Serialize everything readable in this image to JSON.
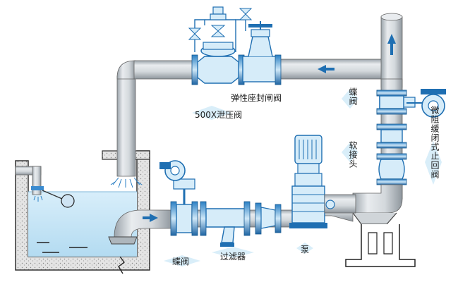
{
  "colors": {
    "pipe_light": "#e6e9ec",
    "pipe_mid": "#c8ced4",
    "pipe_dark": "#8e969d",
    "valve_blue": "#1f6fb2",
    "valve_blue_light": "#bfe0f5",
    "water": "#cfe8f7",
    "water_deep": "#b5dcf2",
    "flow_arrow": "#1f6fb2"
  },
  "labels": {
    "pressure_relief_valve": "500X泄压阀",
    "resilient_gate_valve": "弹性座封闸阀",
    "butterfly_valve_top": "蝶阀",
    "soft_joint": "软接头",
    "slow_closing_check_valve": "微阻缓闭式止回阀",
    "butterfly_valve_bottom": "蝶阀",
    "filter": "过滤器",
    "pump": "泵"
  },
  "icons": [
    "flow-arrow-icon",
    "float-ball-icon",
    "spray-icon"
  ]
}
